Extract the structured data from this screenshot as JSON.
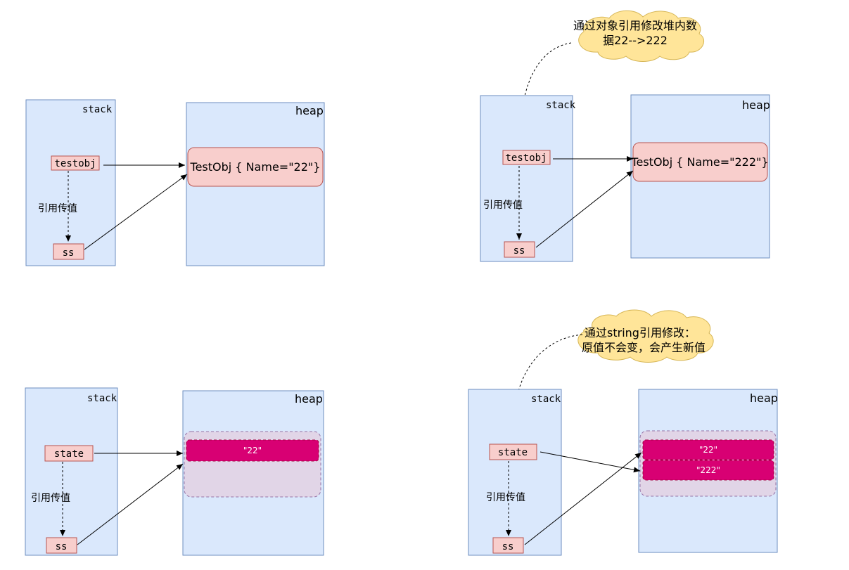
{
  "labels": {
    "stack": "stack",
    "heap": "heap",
    "pass_by_ref": "引用传值"
  },
  "vars": {
    "testobj": "testobj",
    "ss": "ss",
    "state": "state"
  },
  "objects": {
    "obj_22": "TestObj { Name=\"22\"}",
    "obj_222": "TestObj { Name=\"222\"}",
    "str_22": "\"22\"",
    "str_222": "\"222\""
  },
  "callouts": {
    "object_modify": [
      "通过对象引用修改堆内数",
      "据22-->222"
    ],
    "string_modify": [
      "通过string引用修改：",
      "原值不会变，会产生新值"
    ]
  },
  "colors": {
    "region_fill": "#dae8fc",
    "region_stroke": "#6c8ebf",
    "var_fill": "#f8cecc",
    "var_stroke": "#b85450",
    "string_fill": "#d80073",
    "pool_fill": "#e1d5e7",
    "cloud_fill": "#ffe599"
  }
}
